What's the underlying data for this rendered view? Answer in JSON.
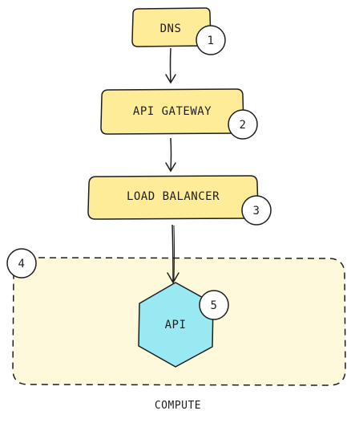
{
  "nodes": {
    "dns": {
      "label": "DNS",
      "badge": "1"
    },
    "api_gateway": {
      "label": "API GATEWAY",
      "badge": "2"
    },
    "load_balancer": {
      "label": "LOAD BALANCER",
      "badge": "3"
    },
    "compute": {
      "label": "COMPUTE",
      "badge": "4"
    },
    "api": {
      "label": "API",
      "badge": "5"
    }
  },
  "colors": {
    "node_fill": "#ffec99",
    "node_stroke": "#1e1e1e",
    "compute_fill": "#fff9db",
    "api_fill": "#99e9f2",
    "badge_fill": "#ffffff",
    "ink": "#1e1e1e"
  }
}
